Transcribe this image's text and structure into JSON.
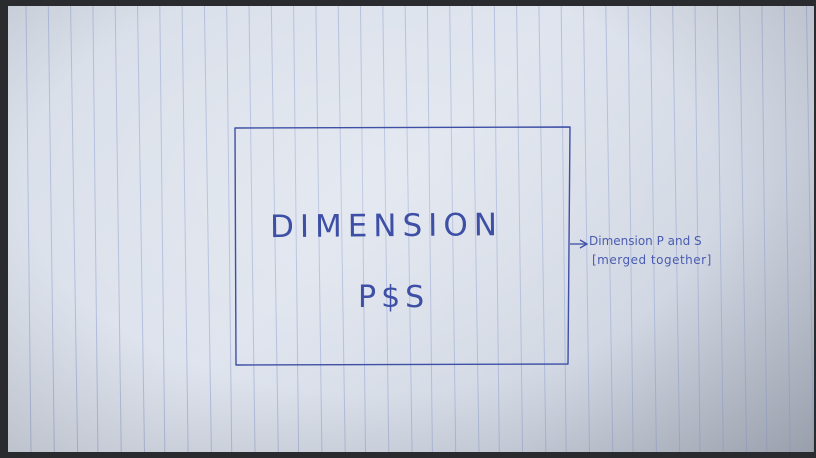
{
  "diagram": {
    "box_label": "DIMENSION",
    "box_sublabel": "P$S",
    "annotation": {
      "line1": "Dimension P and S",
      "line2": "[merged together]"
    }
  },
  "colors": {
    "ink": "#3e4fa6",
    "paper": "#dce2ec",
    "rule_line": "#a7b3d8"
  }
}
